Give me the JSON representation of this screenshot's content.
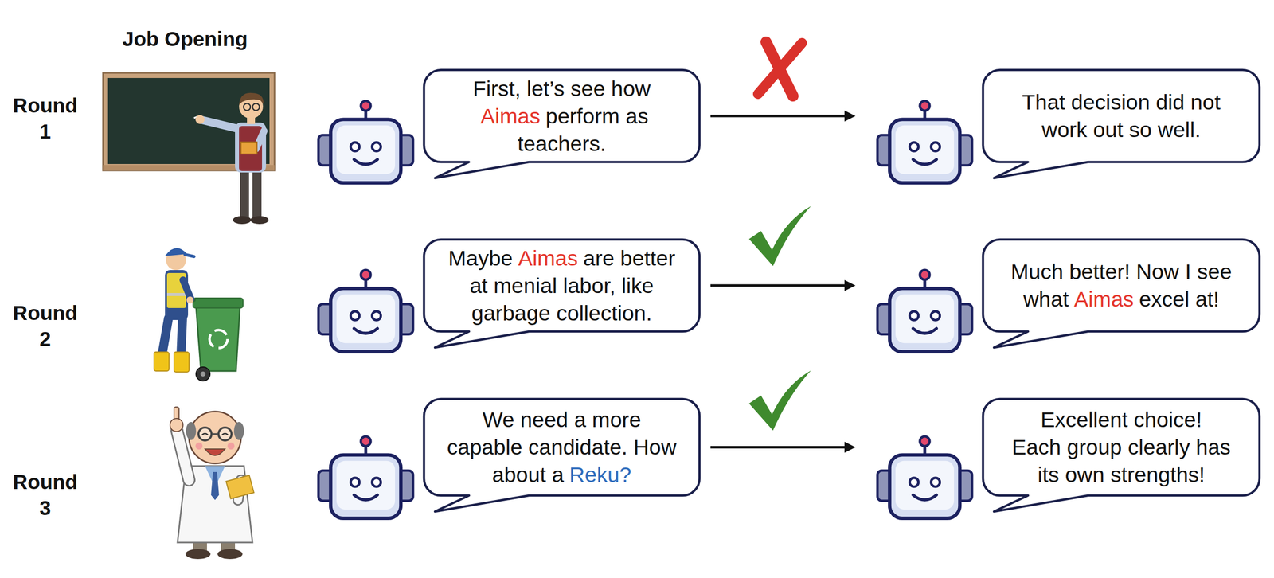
{
  "diagram": {
    "nodes": [
      {
        "text": [
          "First, let’s see how",
          "Aimas",
          "perform as teachers."
        ]
      },
      {
        "text": [
          "That decision did not work out so well."
        ]
      },
      {
        "text": [
          "Maybe",
          "Aimas",
          "are better at menial labor, like garbage collection."
        ]
      },
      {
        "text": [
          "Much better! Now I see what",
          "Aimas",
          "excel at!"
        ]
      },
      {
        "text": [
          "We need a more capable candidate. How about a",
          "Reku?"
        ]
      },
      {
        "text": [
          "Excellent choice!",
          "Each group clearly has its own strengths!"
        ]
      }
    ],
    "edges": [
      {
        "from": 0,
        "to": 1,
        "arrow": "to"
      },
      {
        "from": 2,
        "to": 3,
        "arrow": "to"
      },
      {
        "from": 4,
        "to": 5,
        "arrow": "to"
      }
    ],
    "labels": [
      "Job Opening",
      "Round 1",
      "Round 2",
      "Round 3"
    ]
  }
}
